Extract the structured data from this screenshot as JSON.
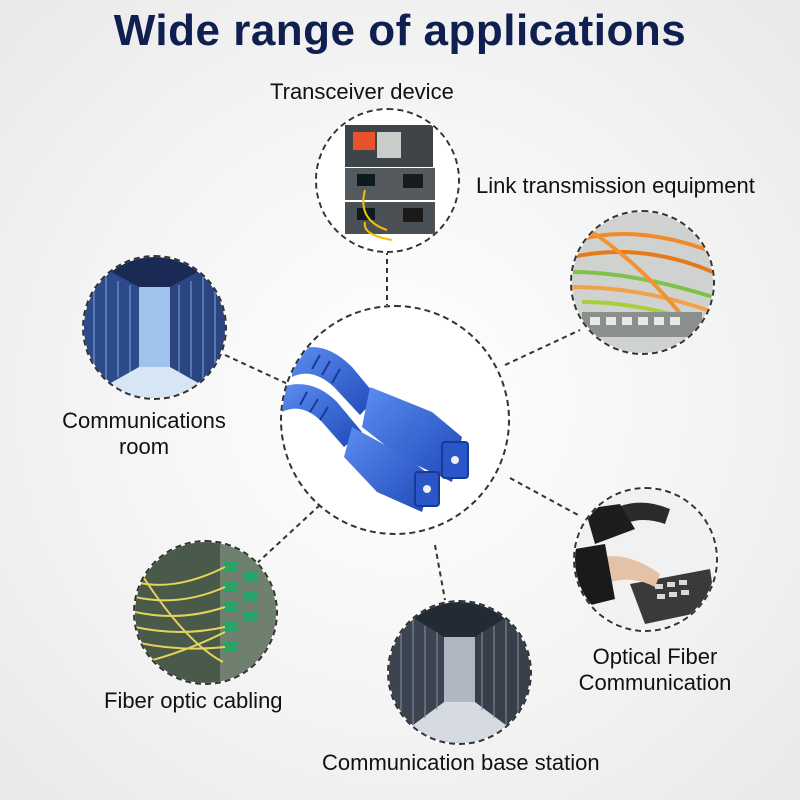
{
  "title": "Wide range of applications",
  "applications": [
    {
      "label": "Transceiver device",
      "icon": "media-converter-photo"
    },
    {
      "label": "Link transmission equipment",
      "icon": "patch-cables-photo"
    },
    {
      "label": "Communications room",
      "icon": "server-room-photo"
    },
    {
      "label": "Optical Fiber Communication",
      "icon": "telephone-photo"
    },
    {
      "label": "Fiber optic cabling",
      "icon": "fiber-cabling-photo"
    },
    {
      "label": "Communication base station",
      "icon": "data-center-photo"
    }
  ],
  "center": {
    "icon": "sc-fiber-connector-photo"
  },
  "colors": {
    "title": "#0f1f50",
    "connector": "#2b5fd8",
    "dashed_line": "#333333"
  }
}
